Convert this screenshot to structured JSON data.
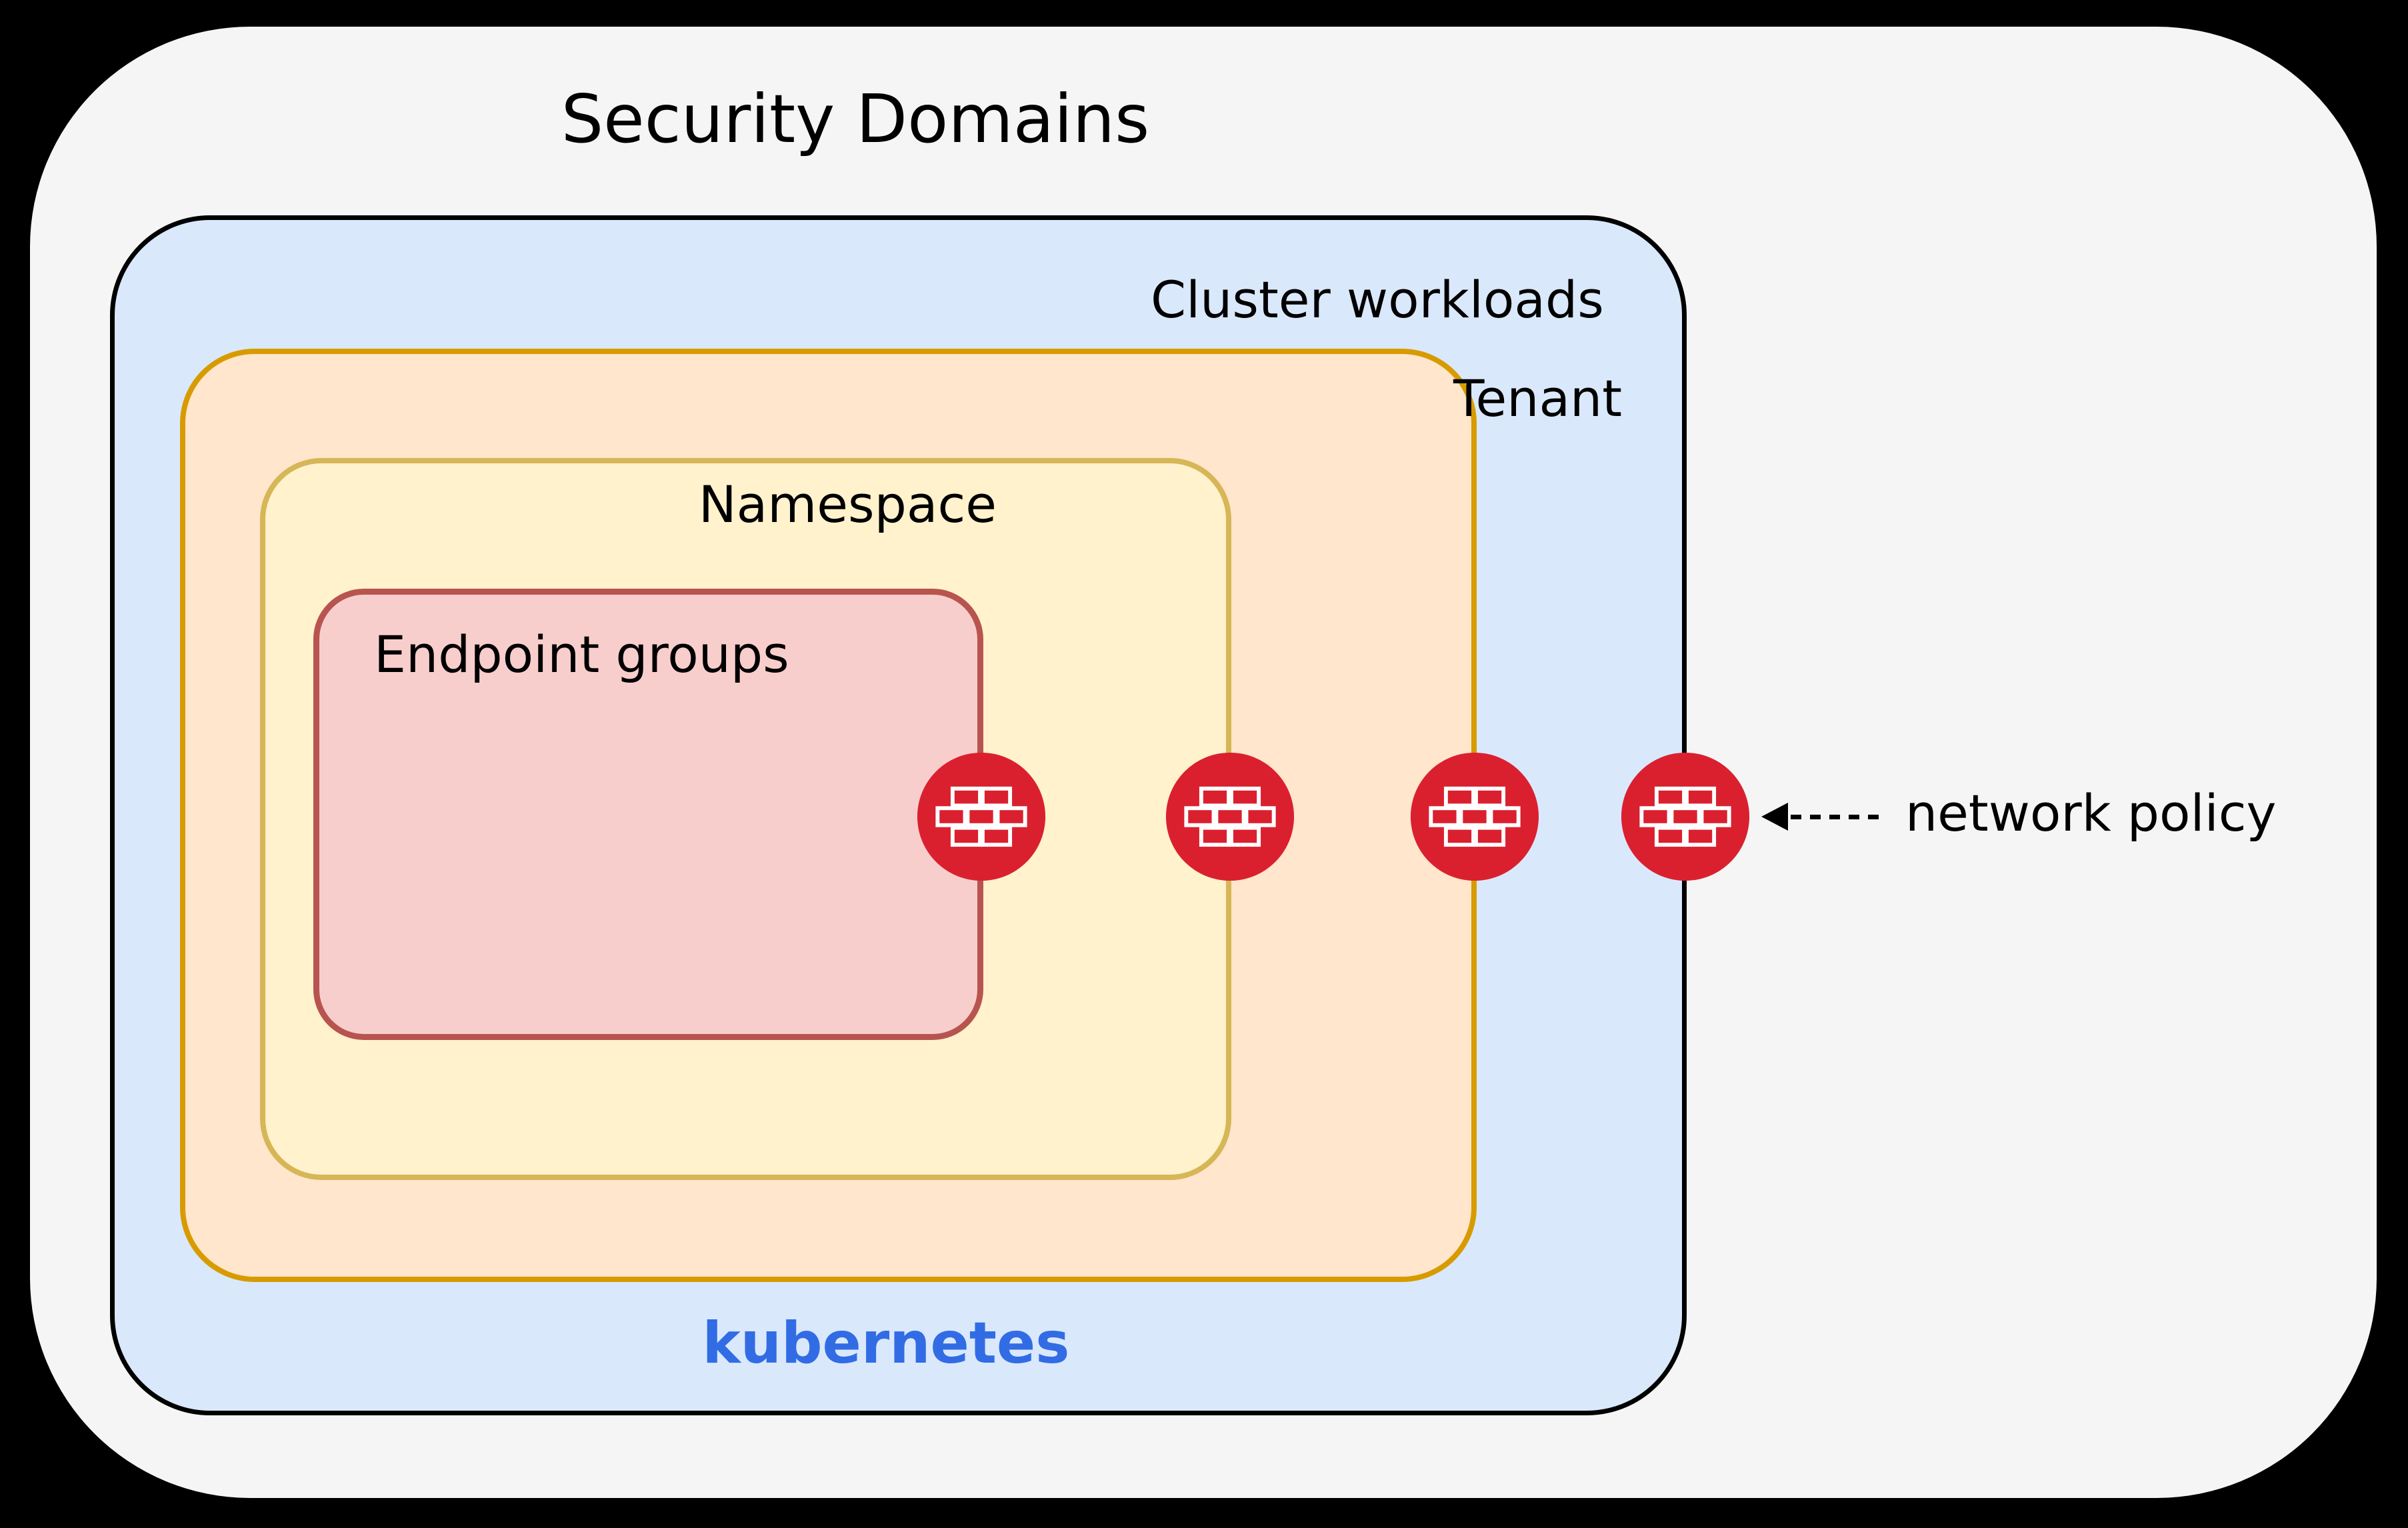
{
  "title": "Security Domains",
  "diagram": {
    "layers": [
      {
        "id": "cluster",
        "label": "Cluster workloads",
        "sublabel": "kubernetes"
      },
      {
        "id": "tenant",
        "label": "Tenant"
      },
      {
        "id": "namespace",
        "label": "Namespace"
      },
      {
        "id": "endpoint",
        "label": "Endpoint groups"
      }
    ],
    "annotation": {
      "label": "network policy"
    },
    "icons": {
      "firewall": "brick-wall-firewall",
      "firewall_count": 4,
      "arrow": "dashed-left-arrow"
    }
  },
  "colors": {
    "background": "#000000",
    "outer_fill": "#f5f5f5",
    "cluster_fill": "#dae8fc",
    "cluster_border": "#000000",
    "tenant_fill": "#ffe6cc",
    "tenant_border": "#d79b00",
    "namespace_fill": "#fff2cc",
    "namespace_border": "#d6b656",
    "endpoint_fill": "#f8cecc",
    "endpoint_border": "#b85450",
    "firewall_red": "#da202f",
    "kubernetes_blue": "#326ce5",
    "text": "#000000"
  }
}
